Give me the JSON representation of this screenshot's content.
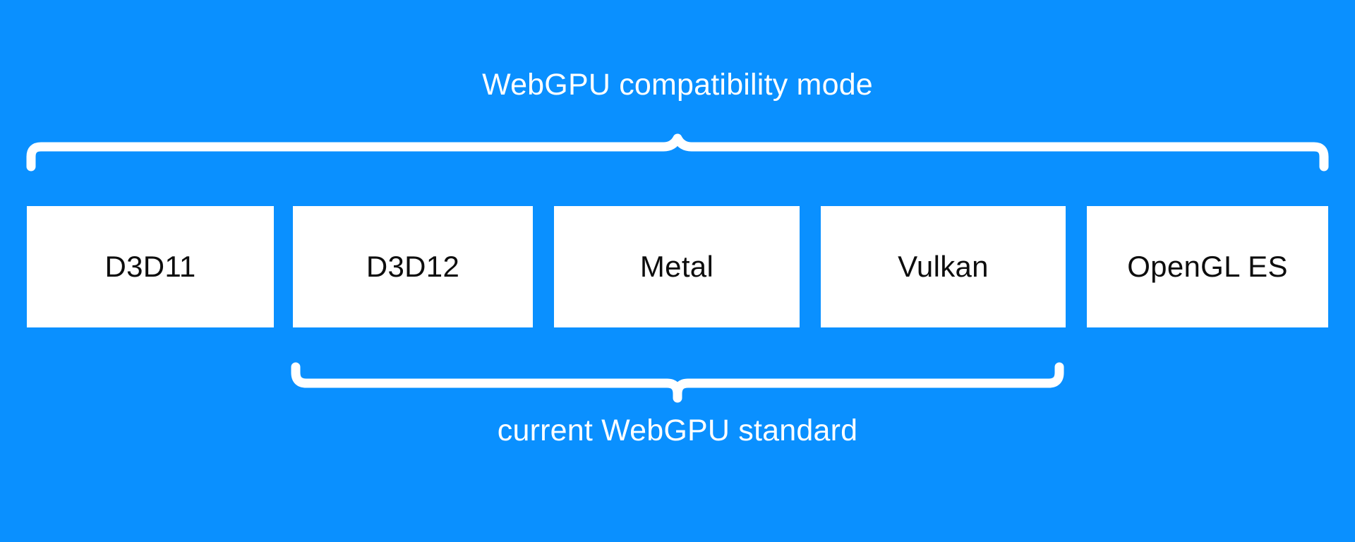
{
  "diagram": {
    "background_color": "#0a90ff",
    "box_fill_color": "#ffffff",
    "box_text_color": "#0d0d0d",
    "brace_color": "#ffffff",
    "label_color": "#ffffff",
    "top_group": {
      "label": "WebGPU compatibility mode",
      "covers": [
        "D3D11",
        "D3D12",
        "Metal",
        "Vulkan",
        "OpenGL ES"
      ]
    },
    "bottom_group": {
      "label": "current WebGPU standard",
      "covers": [
        "D3D12",
        "Metal",
        "Vulkan"
      ]
    },
    "apis": [
      {
        "label": "D3D11"
      },
      {
        "label": "D3D12"
      },
      {
        "label": "Metal"
      },
      {
        "label": "Vulkan"
      },
      {
        "label": "OpenGL ES"
      }
    ]
  }
}
